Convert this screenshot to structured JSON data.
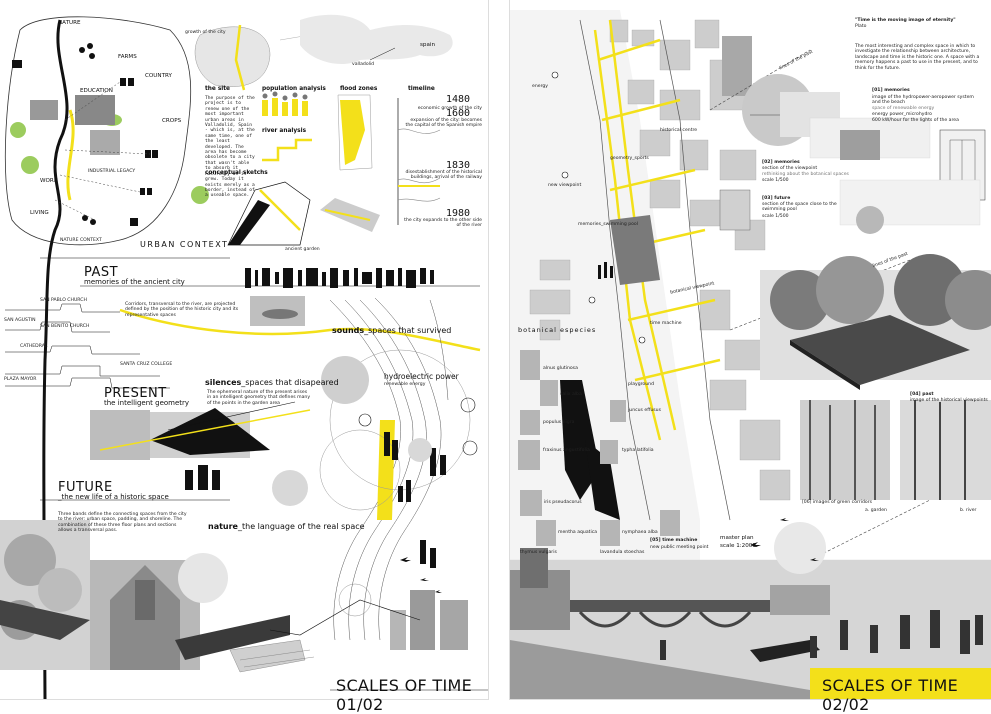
{
  "colors": {
    "accent_yellow": "#f3e01a",
    "ink": "#111111",
    "gray": "#d7d7d7"
  },
  "sheet1": {
    "map_labels": [
      "NATURE",
      "EDUCATION",
      "FARMS",
      "COUNTRY",
      "CROPS",
      "WORK",
      "LIVING",
      "INDUSTRIAL LEGACY",
      "NATURE CONTEXT"
    ],
    "growth_title": "growth of the city",
    "spain_label": "spain",
    "valladolid_label": "valladolid",
    "site_title": "the site",
    "site_text": "The purpose of the project is to renew one of the most important urban areas in Valladolid, Spain - which is, at the same time, one of the least developed. The area has become obsolete to a city that wasn't able to absorb it naturally as it grew. Today it exists merely as a border, instead of a useable space.",
    "population_title": "population analysis",
    "flood_title": "flood zones",
    "river_title": "river analysis",
    "timeline_title": "timeline",
    "timeline": [
      {
        "year": "1480",
        "text": "economic growth of the city"
      },
      {
        "year": "1600",
        "text": "expansion of the city: becomes the capital of the Spanish empire"
      },
      {
        "year": "1830",
        "text": "disestablishment of the historical buildings, arrival of the railway"
      },
      {
        "year": "1980",
        "text": "the city expands to the other side of the river"
      }
    ],
    "sketches_title": "conceptual sketchs",
    "urban_context": "URBAN CONTEXT",
    "ancient_garden": "ancient garden",
    "past_title": "PAST",
    "past_sub": "memories of the ancient city",
    "corridors_text": "Corridors, transversal to the river, are projected defined by the position of the historic city and its representative spaces",
    "section_labels": [
      "SAN PABLO CHURCH",
      "SAN AGUSTIN",
      "SAN BENITO CHURCH",
      "CATHEDRAL",
      "SANTA CRUZ COLLEGE",
      "PLAZA MAYOR"
    ],
    "sounds_title": "sounds",
    "sounds_sub": "_spaces that survived",
    "silences_title": "silences",
    "silences_sub": "_spaces that disapeared",
    "silences_text": "The ephemeral nature of the present arises in an intelligent geometry that defines many of the points in the garden area",
    "hydro_title": "hydroelectric power",
    "hydro_sub": "renewable energy",
    "present_title": "PRESENT",
    "present_sub": "the intelligent geometry",
    "future_title": "FUTURE",
    "future_sub": "_the new life of a historic space",
    "future_text": "Three bands define the connecting spaces from the city to the river: urban space, padding, and shoreline. The combination of these three floor plans and sections allows a transversal pass.",
    "nature_title": "nature",
    "nature_sub": "_the language of the real space",
    "sheet_title": "SCALES OF TIME 01/02"
  },
  "sheet2": {
    "quote": "\"Time is the moving image of eternity\"",
    "quote_author": "Plato",
    "intro_text": "The most interesting and complex space in which to investigate the relationship between architecture, landscape and time is the historic one. A space with a memory happens a past to use in the present, and to think for the future.",
    "lines_of_past": "lines of the past",
    "energy_label": "energy",
    "new_viewpoint": "new viewpoint",
    "historical_centre": "historical centre",
    "geometry_sports": "geometry_sports",
    "memories_pool": "memories_swimming pool",
    "botanical_viewpoint": "botanical viewpoint",
    "time_machine": "time machine",
    "playground": "playground",
    "botanical_species": "botanical especies",
    "memories_01_title": "[01] memories",
    "memories_01_text": "image of the hydropower-aeropower system and the beach",
    "memories_01_sub": "space of renewable energy",
    "memories_01_power": "energy power_microhydro",
    "memories_01_lights": "600 kW/hour for the lights of the area",
    "memories_02_title": "[02] memories",
    "memories_02_text": "section of the viewpoint",
    "memories_02_sub": "rethinking about the botanical spaces",
    "memories_02_scale": "scale 1/500",
    "future_03_title": "[03] future",
    "future_03_text": "section of the space close to the swimming pool",
    "future_03_scale": "scale 1/500",
    "past_04_title": "[04] past",
    "past_04_text": "image of the historical viewpoints",
    "master_plan": "master plan",
    "master_scale": "scale 1:2000",
    "time_machine_05": "[05] time machine",
    "time_machine_05_sub": "new public meeting point",
    "corridors_06": "[06] images of green corridors",
    "garden_label": "a. garden",
    "river_label": "b. river",
    "plant_labels": [
      "alnus glutinosa",
      "salix alba",
      "populus nigra",
      "fraxinus angustifolia",
      "juncus effusus",
      "typha latifolia",
      "iris pseudacorus",
      "mentha aquatica",
      "nymphaea alba",
      "thymus vulgaris",
      "lavandula stoechas"
    ],
    "sheet_title": "SCALES OF TIME 02/02"
  }
}
